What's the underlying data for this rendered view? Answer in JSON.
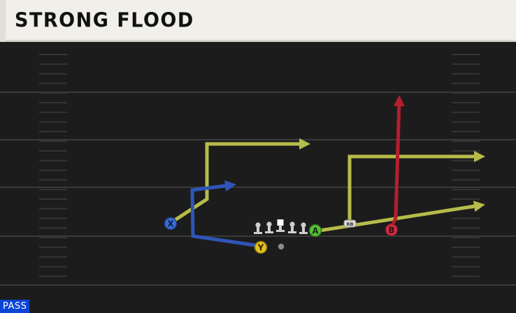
{
  "play": {
    "title": "STRONG FLOOD",
    "type": "PASS"
  },
  "players": [
    {
      "id": "X",
      "label": "X",
      "color": "#3a6fd9",
      "route_color": "#2f55b8"
    },
    {
      "id": "Y",
      "label": "Y",
      "color": "#e3c21f",
      "route_color": "#2f55b8"
    },
    {
      "id": "A",
      "label": "A",
      "color": "#5bbf3a",
      "route_color": "#b7bb4a"
    },
    {
      "id": "B",
      "label": "B",
      "color": "#d03243",
      "route_color": "#b51e2f"
    },
    {
      "id": "RB",
      "label": "RB",
      "color": "#d8d8d8",
      "route_color": "#b7bb4a"
    }
  ],
  "colors": {
    "field": "#1c1c1c",
    "yard_line": "#3a3a3a",
    "hash": "#343434",
    "lineman": "#cfcfcf",
    "center": "#ffffff",
    "header_bg": "#f1efe9",
    "badge_bg": "#0b45d6"
  }
}
